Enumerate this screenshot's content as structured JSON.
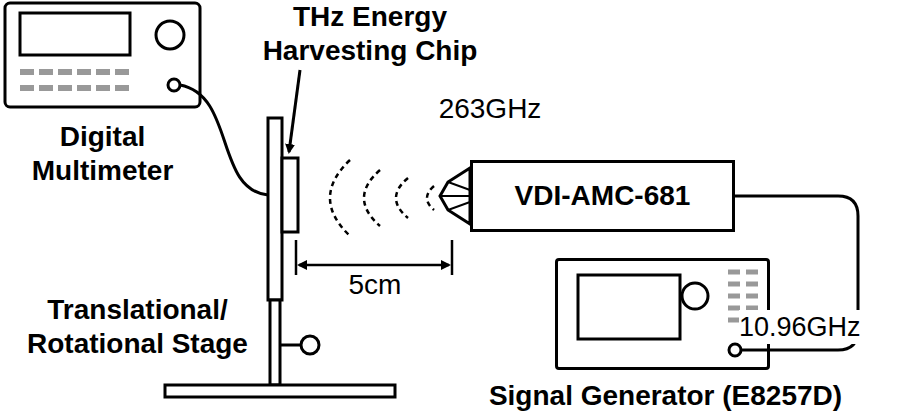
{
  "diagram": {
    "nodes": [
      {
        "text": [
          "VDI-AMC-681"
        ]
      },
      {
        "text": [
          "Signal Generator (E8257D)"
        ]
      }
    ],
    "edges": [
      {
        "from": 1,
        "to": 0,
        "label": "10.96GHz",
        "arrow": "none"
      }
    ],
    "labels": [
      "Digital Multimeter",
      "THz Energy Harvesting Chip",
      "263GHz",
      "5cm",
      "Translational/ Rotational Stage"
    ]
  }
}
